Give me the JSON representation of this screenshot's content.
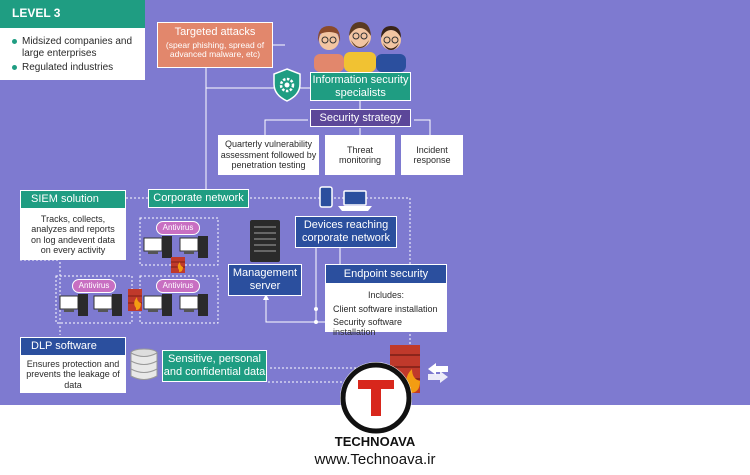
{
  "level": {
    "title": "LEVEL 3",
    "items": [
      "Midsized companies and large enterprises",
      "Regulated industries"
    ]
  },
  "targeted": {
    "title": "Targeted attacks",
    "desc": "(spear phishing, spread of advanced malware, etc)"
  },
  "specialists": {
    "title": "Information security specialists"
  },
  "strategy": {
    "title": "Security strategy",
    "items": [
      "Quarterly vulnerability assessment followed by penetration testing",
      "Threat monitoring",
      "Incident response"
    ]
  },
  "siem": {
    "title": "SIEM solution",
    "desc": "Tracks, collects, analyzes and reports on log andevent data on every activity"
  },
  "corporate": {
    "title": "Corporate network"
  },
  "devices": {
    "title": "Devices reaching corporate network"
  },
  "management": {
    "title": "Management server"
  },
  "endpoint": {
    "title": "Endpoint security",
    "includes": "Includes:",
    "items": [
      "Client software installation",
      "Security software installation"
    ]
  },
  "antivirus": {
    "label": "Antivirus"
  },
  "dlp": {
    "title": "DLP software",
    "desc": "Ensures protection and prevents the leakage of data"
  },
  "sensitive": {
    "title": "Sensitive, personal and confidential data"
  },
  "brand": {
    "name": "TECHNOAVA",
    "url": "www.Technoava.ir"
  },
  "colors": {
    "background": "#7e7ad0",
    "teal": "#1f9d82",
    "navy": "#2b4f9e",
    "purple": "#5c4799",
    "orange": "#e2876c",
    "antivirus": "#c86fc2"
  }
}
